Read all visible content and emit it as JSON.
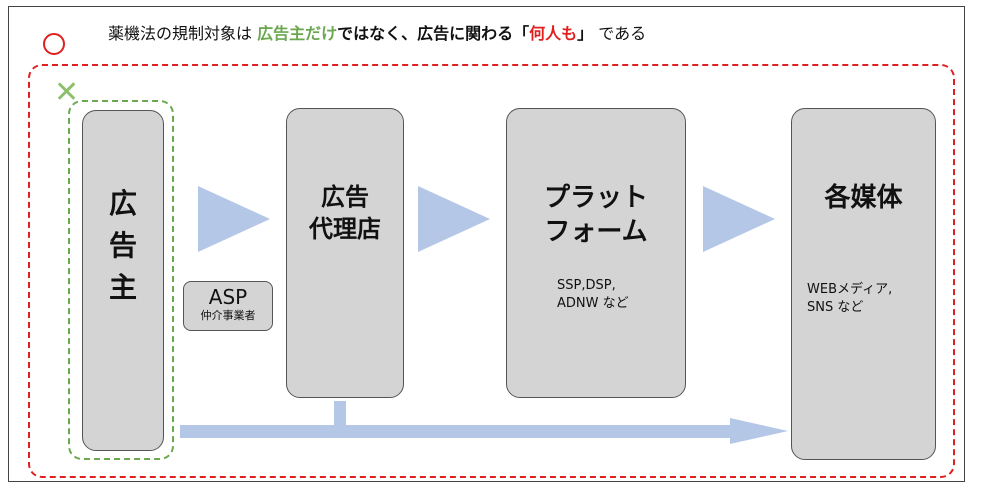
{
  "header": {
    "part1": "薬機法の規制対象は",
    "part2": "広告主だけ",
    "part3": "ではなく、",
    "part4": "広告に関わる「",
    "part5": "何人も",
    "part6": "」",
    "part7": "である"
  },
  "marks": {
    "ok_icon": "red-circle",
    "ng_icon": "green-cross",
    "ng_symbol": "✕"
  },
  "boxes": {
    "advertiser": {
      "title": "広\n告\n主"
    },
    "agency": {
      "title": "広告\n代理店"
    },
    "platform": {
      "title": "プラット\nフォーム",
      "sub": "SSP,DSP,\nADNW など"
    },
    "media": {
      "title": "各媒体",
      "sub": "WEBメディア,\nSNS など"
    }
  },
  "asp": {
    "title": "ASP",
    "sub": "仲介事業者"
  },
  "colors": {
    "red": "#e02020",
    "green": "#6aa84f",
    "box_fill": "#d4d4d4",
    "arrow_fill": "#b4c7e7"
  }
}
